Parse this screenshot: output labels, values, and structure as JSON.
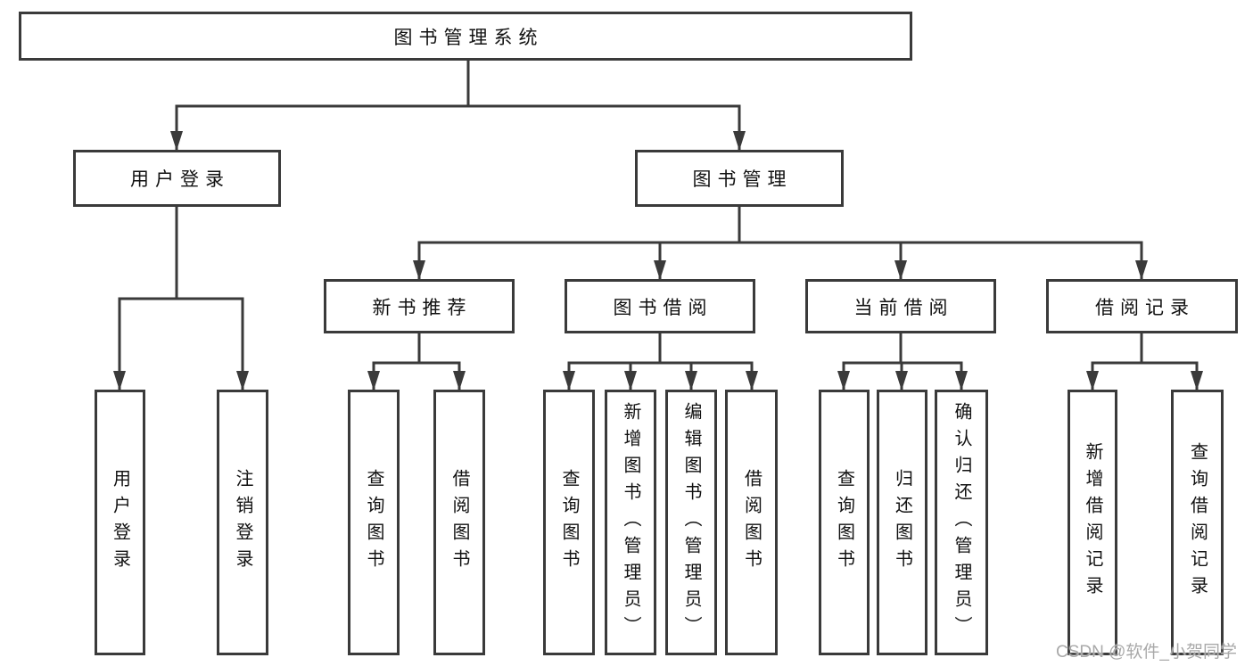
{
  "tree": {
    "root": {
      "label": "图书管理系统"
    },
    "login": {
      "label": "用户登录",
      "children": [
        {
          "label": "用户登录"
        },
        {
          "label": "注销登录"
        }
      ]
    },
    "mgmt": {
      "label": "图书管理",
      "children": [
        {
          "label": "新书推荐",
          "children": [
            {
              "label": "查询图书"
            },
            {
              "label": "借阅图书"
            }
          ]
        },
        {
          "label": "图书借阅",
          "children": [
            {
              "label": "查询图书"
            },
            {
              "label": "新增图书（管理员）"
            },
            {
              "label": "编辑图书（管理员）"
            },
            {
              "label": "借阅图书"
            }
          ]
        },
        {
          "label": "当前借阅",
          "children": [
            {
              "label": "查询图书"
            },
            {
              "label": "归还图书"
            },
            {
              "label": "确认归还（管理员）"
            }
          ]
        },
        {
          "label": "借阅记录",
          "children": [
            {
              "label": "新增借阅记录"
            },
            {
              "label": "查询借阅记录"
            }
          ]
        }
      ]
    }
  },
  "watermark": {
    "text": "CSDN @软件_小贺同学"
  },
  "colors": {
    "line": "#3a3a3a",
    "text": "#111111",
    "box_fill": "#ffffff",
    "background": "#ffffff",
    "watermark": "#a9a9a9"
  }
}
